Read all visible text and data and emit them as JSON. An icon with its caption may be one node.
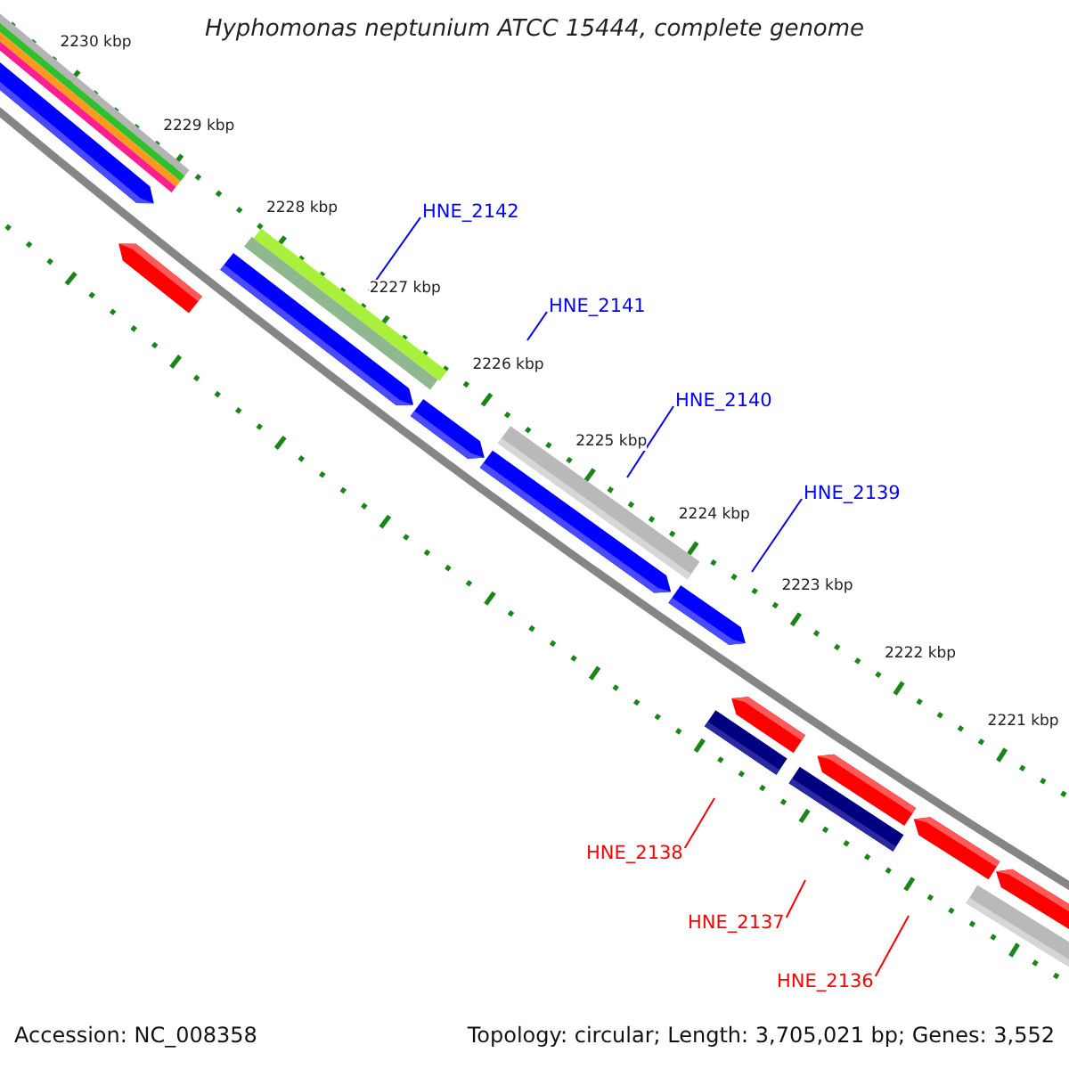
{
  "diagram": {
    "title": "Hyphomonas neptunium ATCC 15444, complete genome",
    "nodes": [
      {
        "text": [
          "HNE_2142"
        ]
      },
      {
        "text": [
          "HNE_2141"
        ]
      },
      {
        "text": [
          "HNE_2140"
        ]
      },
      {
        "text": [
          "HNE_2139"
        ]
      },
      {
        "text": [
          "HNE_2138"
        ]
      },
      {
        "text": [
          "HNE_2137"
        ]
      },
      {
        "text": [
          "HNE_2136"
        ]
      }
    ],
    "edges": [
      {
        "from": 0,
        "to": null,
        "arrow": "none"
      },
      {
        "from": 1,
        "to": null,
        "arrow": "none"
      },
      {
        "from": 2,
        "to": null,
        "arrow": "none"
      },
      {
        "from": 3,
        "to": null,
        "arrow": "none"
      },
      {
        "from": 4,
        "to": null,
        "arrow": "none",
        "color": "#ff0000"
      },
      {
        "from": 5,
        "to": null,
        "arrow": "none",
        "color": "#ff0000"
      },
      {
        "from": 6,
        "to": null,
        "arrow": "none",
        "color": "#ff0000"
      }
    ],
    "labels": [
      "2230 kbp",
      "2229 kbp",
      "2228 kbp",
      "2227 kbp",
      "2226 kbp",
      "2225 kbp",
      "2224 kbp",
      "2223 kbp",
      "2222 kbp",
      "2221 kbp",
      "Accession: NC_008358",
      "Topology: circular; Length: 3,705,021 bp; Genes: 3,552"
    ]
  }
}
